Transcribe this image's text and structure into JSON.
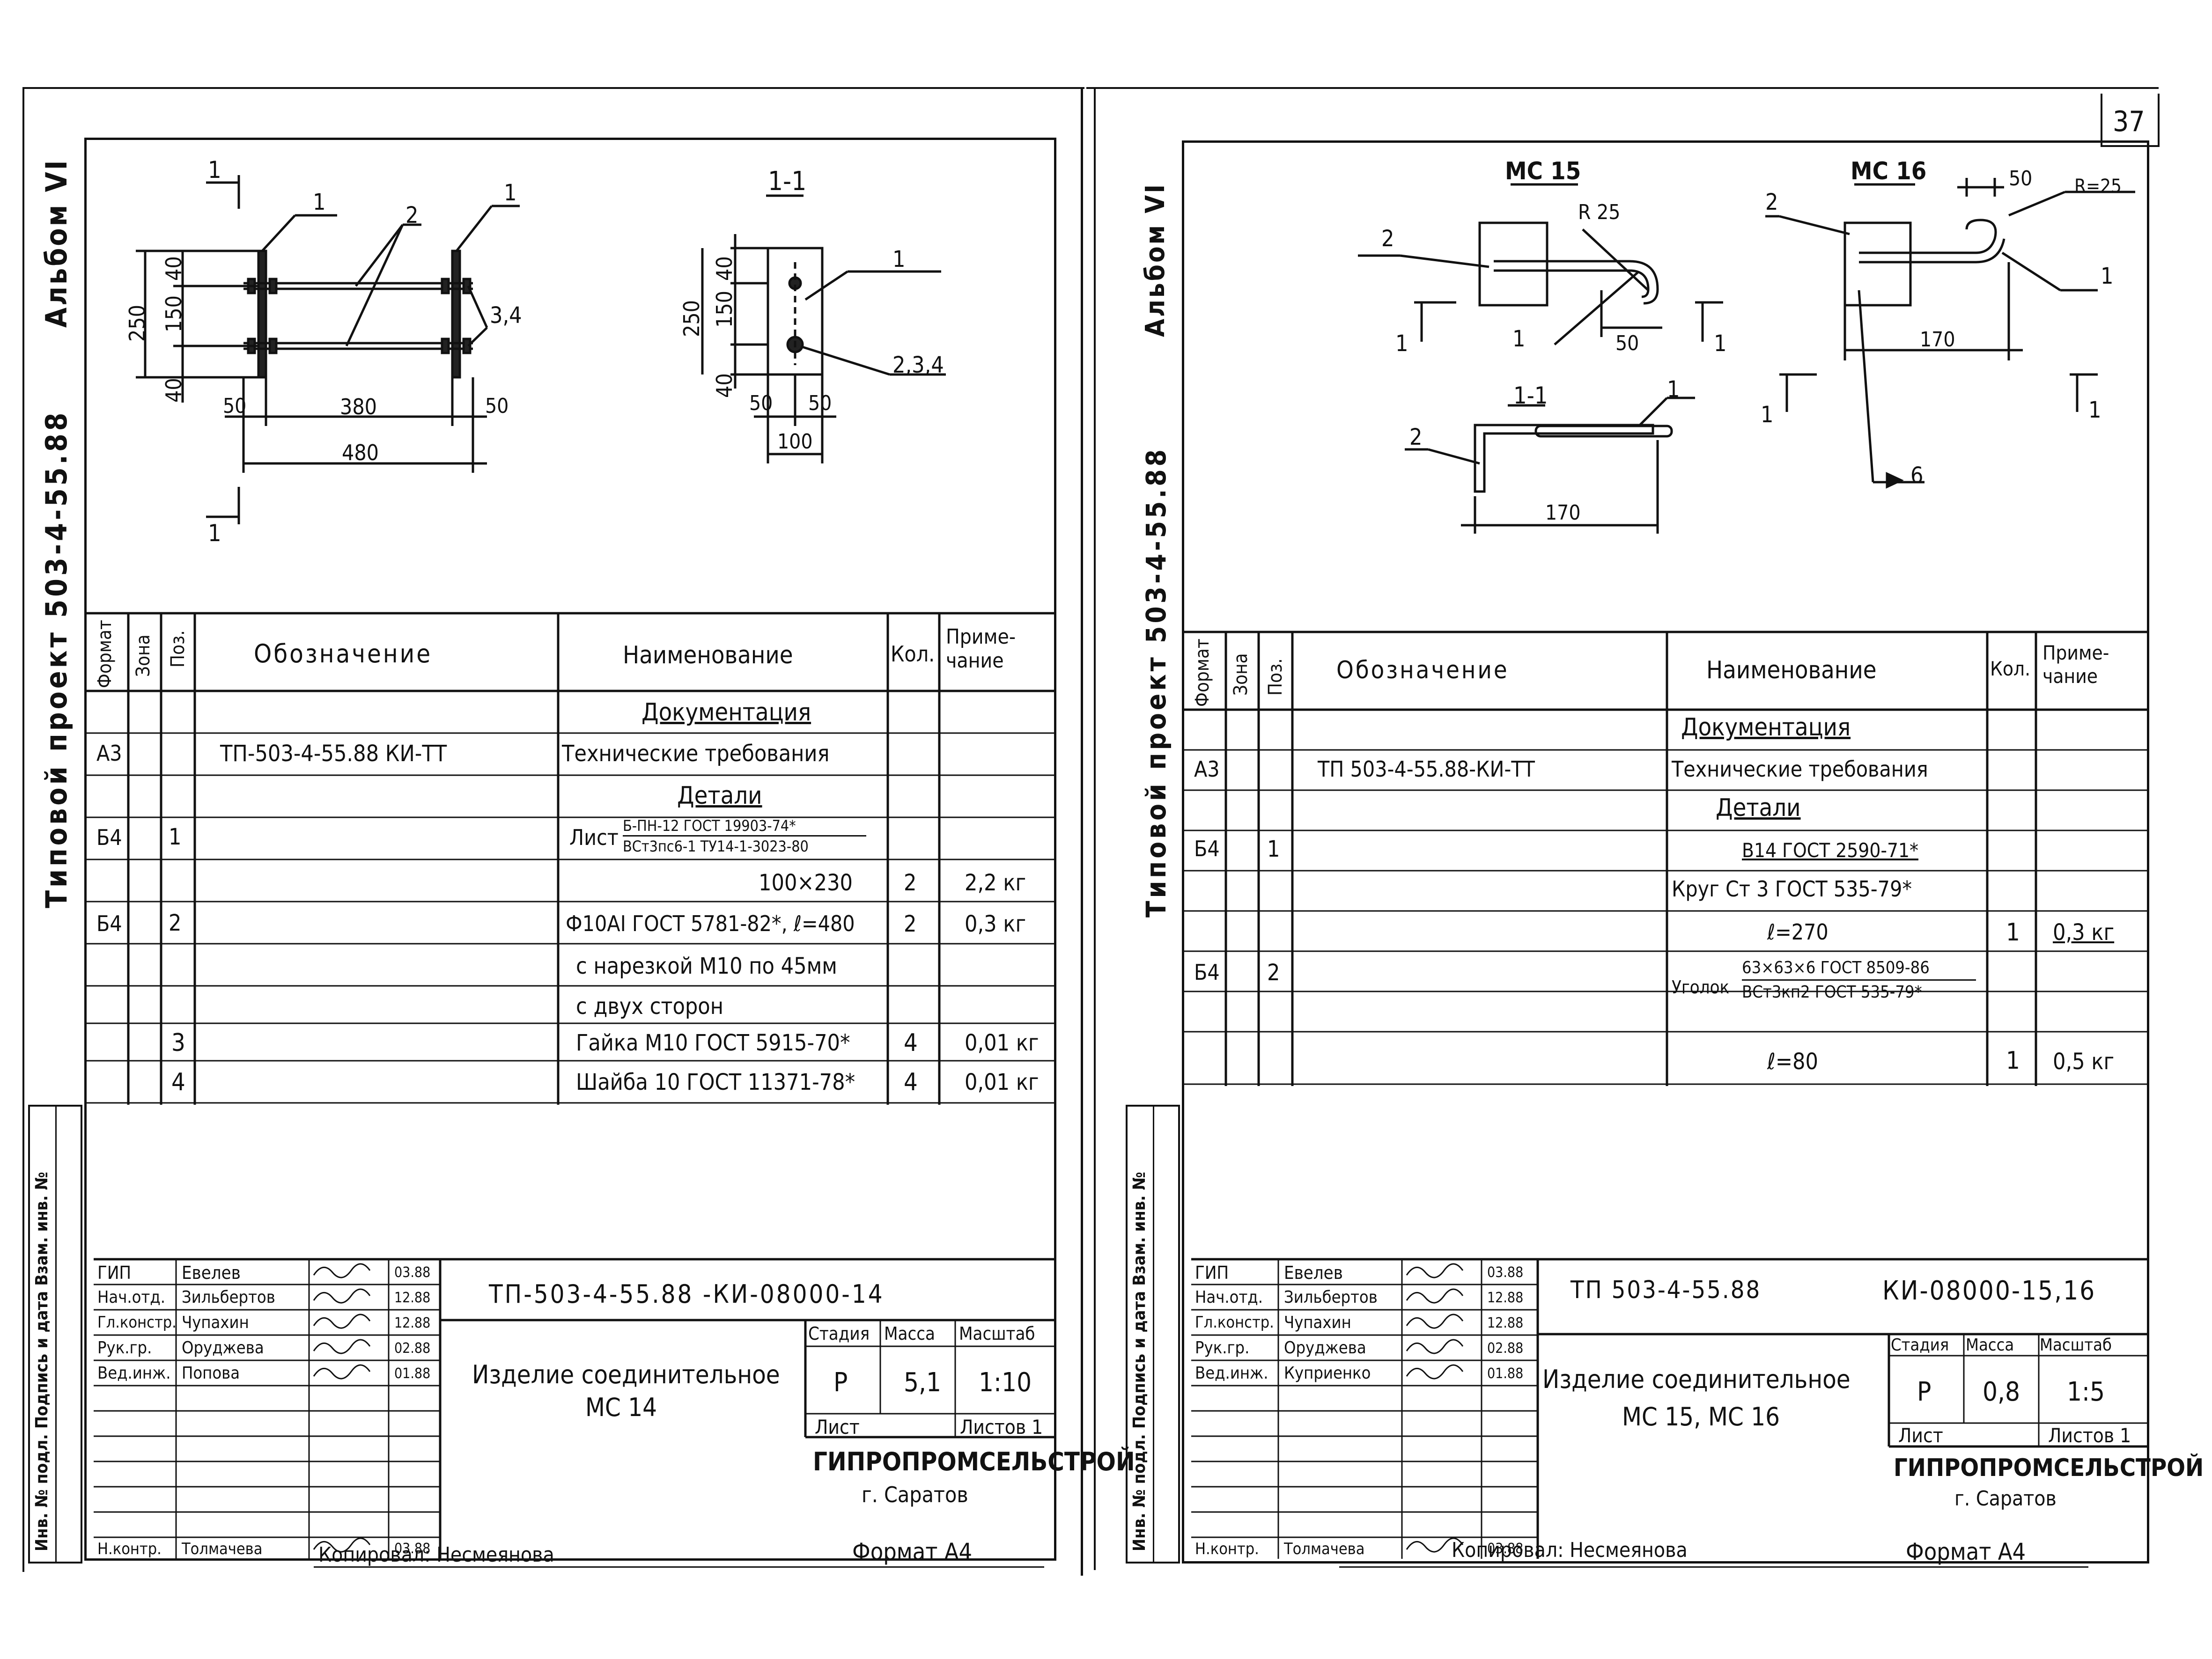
{
  "page_number": "37",
  "left": {
    "side_label": {
      "album": "Альбом VI",
      "project": "Типовой проект 503-4-55.88"
    },
    "drawing": {
      "title_section": "1-1",
      "section_mark": "1",
      "dims": {
        "d250": "250",
        "d40a": "40",
        "d150": "150",
        "d40b": "40",
        "d380": "380",
        "d480": "480",
        "d50a": "50",
        "d50b": "50",
        "s250": "250",
        "s40a": "40",
        "s150": "150",
        "s40b": "40",
        "s50a": "50",
        "s50b": "50",
        "s100": "100"
      },
      "callouts": {
        "c1a": "1",
        "c2": "2",
        "c1b": "1",
        "c34": "3,4",
        "c1s": "1",
        "c234": "2,3,4"
      }
    },
    "spec": {
      "headers": {
        "format": "Формат",
        "zone": "Зона",
        "pos": "Поз.",
        "designation": "Обозначение",
        "name": "Наименование",
        "qty": "Кол.",
        "note": "Приме-чание"
      },
      "rows": [
        {
          "name": "Документация"
        },
        {
          "format": "А3",
          "designation": "ТП-503-4-55.88  КИ-ТТ",
          "name": "Технические требования"
        },
        {
          "name": "Детали"
        },
        {
          "format": "Б4",
          "pos": "1",
          "name": "Лист",
          "frac_top": "Б-ПН-12 ГОСТ 19903-74*",
          "frac_bot": "ВСт3пс6-1 ТУ14-1-3023-80"
        },
        {
          "name": "100×230",
          "qty": "2",
          "note": "2,2 кг"
        },
        {
          "format": "Б4",
          "pos": "2",
          "name": "Ф10АI ГОСТ 5781-82*, ℓ=480",
          "qty": "2",
          "note": "0,3 кг"
        },
        {
          "name": "с нарезкой М10 по 45мм"
        },
        {
          "name": "с двух сторон"
        },
        {
          "pos": "3",
          "name": "Гайка М10 ГОСТ 5915-70*",
          "qty": "4",
          "note": "0,01 кг"
        },
        {
          "pos": "4",
          "name": "Шайба 10 ГОСТ 11371-78*",
          "qty": "4",
          "note": "0,01 кг"
        }
      ]
    },
    "side_stamp": "Инв. № подл.  Подпись и дата  Взам. инв. №",
    "title_block": {
      "people": [
        [
          "ГИП",
          "Евелев",
          "03.88"
        ],
        [
          "Нач.отд.",
          "Зильбертов",
          "12.88"
        ],
        [
          "Гл.констр.",
          "Чупахин",
          "12.88"
        ],
        [
          "Рук.гр.",
          "Оруджева",
          "02.88"
        ],
        [
          "Вед.инж.",
          "Попова",
          "01.88"
        ]
      ],
      "norm_control": [
        "Н.контр.",
        "Толмачева",
        "03.88"
      ],
      "code": "ТП-503-4-55.88    -КИ-08000-14",
      "item": "Изделие соединительное",
      "item2": "МС 14",
      "stage_h": "Стадия",
      "mass_h": "Масса",
      "scale_h": "Масштаб",
      "stage": "Р",
      "mass": "5,1",
      "scale": "1:10",
      "sheet": "Лист",
      "sheets": "Листов 1",
      "org": "ГИПРОПРОМСЕЛЬСТРОЙ",
      "city": "г. Саратов"
    },
    "footer": {
      "copied": "Копировал: Несмеянова",
      "format": "Формат А4"
    }
  },
  "right": {
    "side_label": {
      "album": "Альбом VI",
      "project": "Типовой проект 503-4-55.88"
    },
    "drawing": {
      "mc15": "МС 15",
      "mc16": "МС 16",
      "section": "1-1",
      "labels": {
        "r25": "R 25",
        "r25b": "R=25",
        "d50a": "50",
        "d50b": "50",
        "d170a": "170",
        "d170b": "170",
        "weld": "6",
        "c2a": "2",
        "c2b": "2",
        "c2c": "2",
        "c1a": "1",
        "c1b": "1",
        "c1c": "1",
        "m1a": "1",
        "m1b": "1",
        "m1c": "1",
        "m1d": "1"
      }
    },
    "spec": {
      "headers": {
        "format": "Формат",
        "zone": "Зона",
        "pos": "Поз.",
        "designation": "Обозначение",
        "name": "Наименование",
        "qty": "Кол.",
        "note": "Приме-чание"
      },
      "rows": [
        {
          "name": "Документация"
        },
        {
          "format": "А3",
          "designation": "ТП 503-4-55.88-КИ-ТТ",
          "name": "Технические требования"
        },
        {
          "name": "Детали"
        },
        {
          "format": "Б4",
          "pos": "1",
          "name": "В14 ГОСТ 2590-71*"
        },
        {
          "name": "Круг  Ст 3 ГОСТ 535-79*"
        },
        {
          "name": "ℓ=270",
          "qty": "1",
          "note": "0,3 кг"
        },
        {
          "format": "Б4",
          "pos": "2",
          "name": "Уголок",
          "frac_top": "63×63×6   ГОСТ 8509-86",
          "frac_bot": "ВСт3кп2 ГОСТ 535-79*"
        },
        {
          "name": ""
        },
        {
          "name": "ℓ=80",
          "qty": "1",
          "note": "0,5 кг"
        }
      ]
    },
    "side_stamp": "Инв. № подл.  Подпись и дата  Взам. инв. №",
    "title_block": {
      "people": [
        [
          "ГИП",
          "Евелев",
          "03.88"
        ],
        [
          "Нач.отд.",
          "Зильбертов",
          "12.88"
        ],
        [
          "Гл.констр.",
          "Чупахин",
          "12.88"
        ],
        [
          "Рук.гр.",
          "Оруджева",
          "02.88"
        ],
        [
          "Вед.инж.",
          "Куприенко",
          "01.88"
        ]
      ],
      "norm_control": [
        "Н.контр.",
        "Толмачева",
        "03.88"
      ],
      "code": "ТП 503-4-55.88",
      "code2": "КИ-08000-15,16",
      "item": "Изделие соединительное",
      "item2": "МС 15,  МС 16",
      "stage_h": "Стадия",
      "mass_h": "Масса",
      "scale_h": "Масштаб",
      "stage": "Р",
      "mass": "0,8",
      "scale": "1:5",
      "sheet": "Лист",
      "sheets": "Листов 1",
      "org": "ГИПРОПРОМСЕЛЬСТРОЙ",
      "city": "г. Саратов"
    },
    "footer": {
      "copied": "Копировал: Несмеянова",
      "format": "Формат А4"
    }
  }
}
